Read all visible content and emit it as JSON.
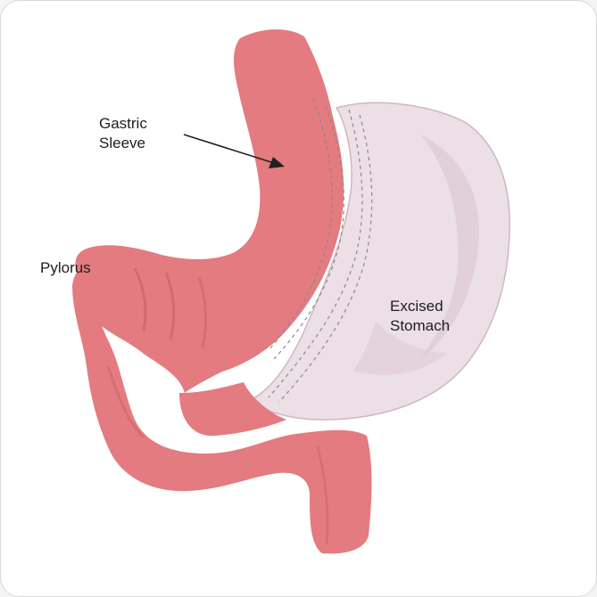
{
  "labels": {
    "gastric_line1": "Gastric",
    "gastric_line2": "Sleeve",
    "pylorus": "Pylorus",
    "excised_line1": "Excised",
    "excised_line2": "Stomach"
  },
  "colors": {
    "sleeve_fill": "#e37b80",
    "sleeve_shade": "#c95f66",
    "excised_fill": "#ecdfe6",
    "excised_shade": "#d9c6d0",
    "staple_line": "#8a8a8a",
    "arrow": "#222222"
  }
}
